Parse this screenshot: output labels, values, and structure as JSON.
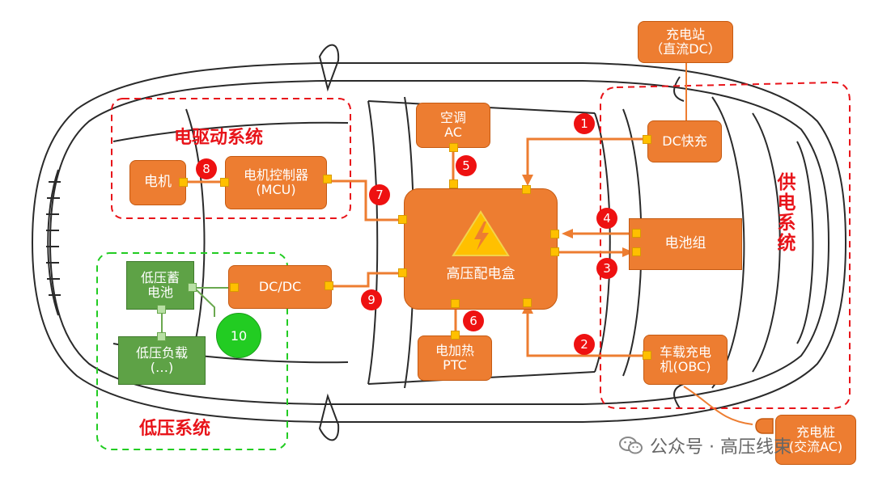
{
  "diagram": {
    "groups": {
      "drive": "电驱动系统",
      "supply": "供电系统",
      "low_voltage": "低压系统"
    },
    "components": {
      "motor": "电机",
      "mcu_line1": "电机控制器",
      "mcu_line2": "(MCU)",
      "ac_line1": "空调",
      "ac_line2": "AC",
      "hv_box": "高压配电盒",
      "dcdc": "DC/DC",
      "ptc_line1": "电加热",
      "ptc_line2": "PTC",
      "battery_pack": "电池组",
      "dc_fast": "DC快充",
      "obc_line1": "车载充电",
      "obc_line2": "机(OBC)",
      "charge_station_line1": "充电站",
      "charge_station_line2": "（直流DC）",
      "charge_pile_line1": "充电桩",
      "charge_pile_line2": "(交流AC)",
      "lv_battery_line1": "低压蓄",
      "lv_battery_line2": "电池",
      "lv_load_line1": "低压负载",
      "lv_load_line2": "(…)"
    },
    "connections": [
      "1",
      "2",
      "3",
      "4",
      "5",
      "6",
      "7",
      "8",
      "9",
      "10"
    ],
    "colors": {
      "component": "#ed7d31",
      "low_voltage_component": "#5ea246",
      "port": "#ffc000",
      "group_drive_border": "#e8141a",
      "group_lv_border": "#22cc22",
      "badge": "#ee1111",
      "badge_10": "#22cc22",
      "lightning": "#ffc000"
    },
    "icons": {
      "hv_box": "high-voltage-warning-icon",
      "charge_plug": "charging-plug-icon",
      "wechat": "wechat-icon"
    }
  },
  "watermark": {
    "text": "公众号 · 高压线束"
  }
}
